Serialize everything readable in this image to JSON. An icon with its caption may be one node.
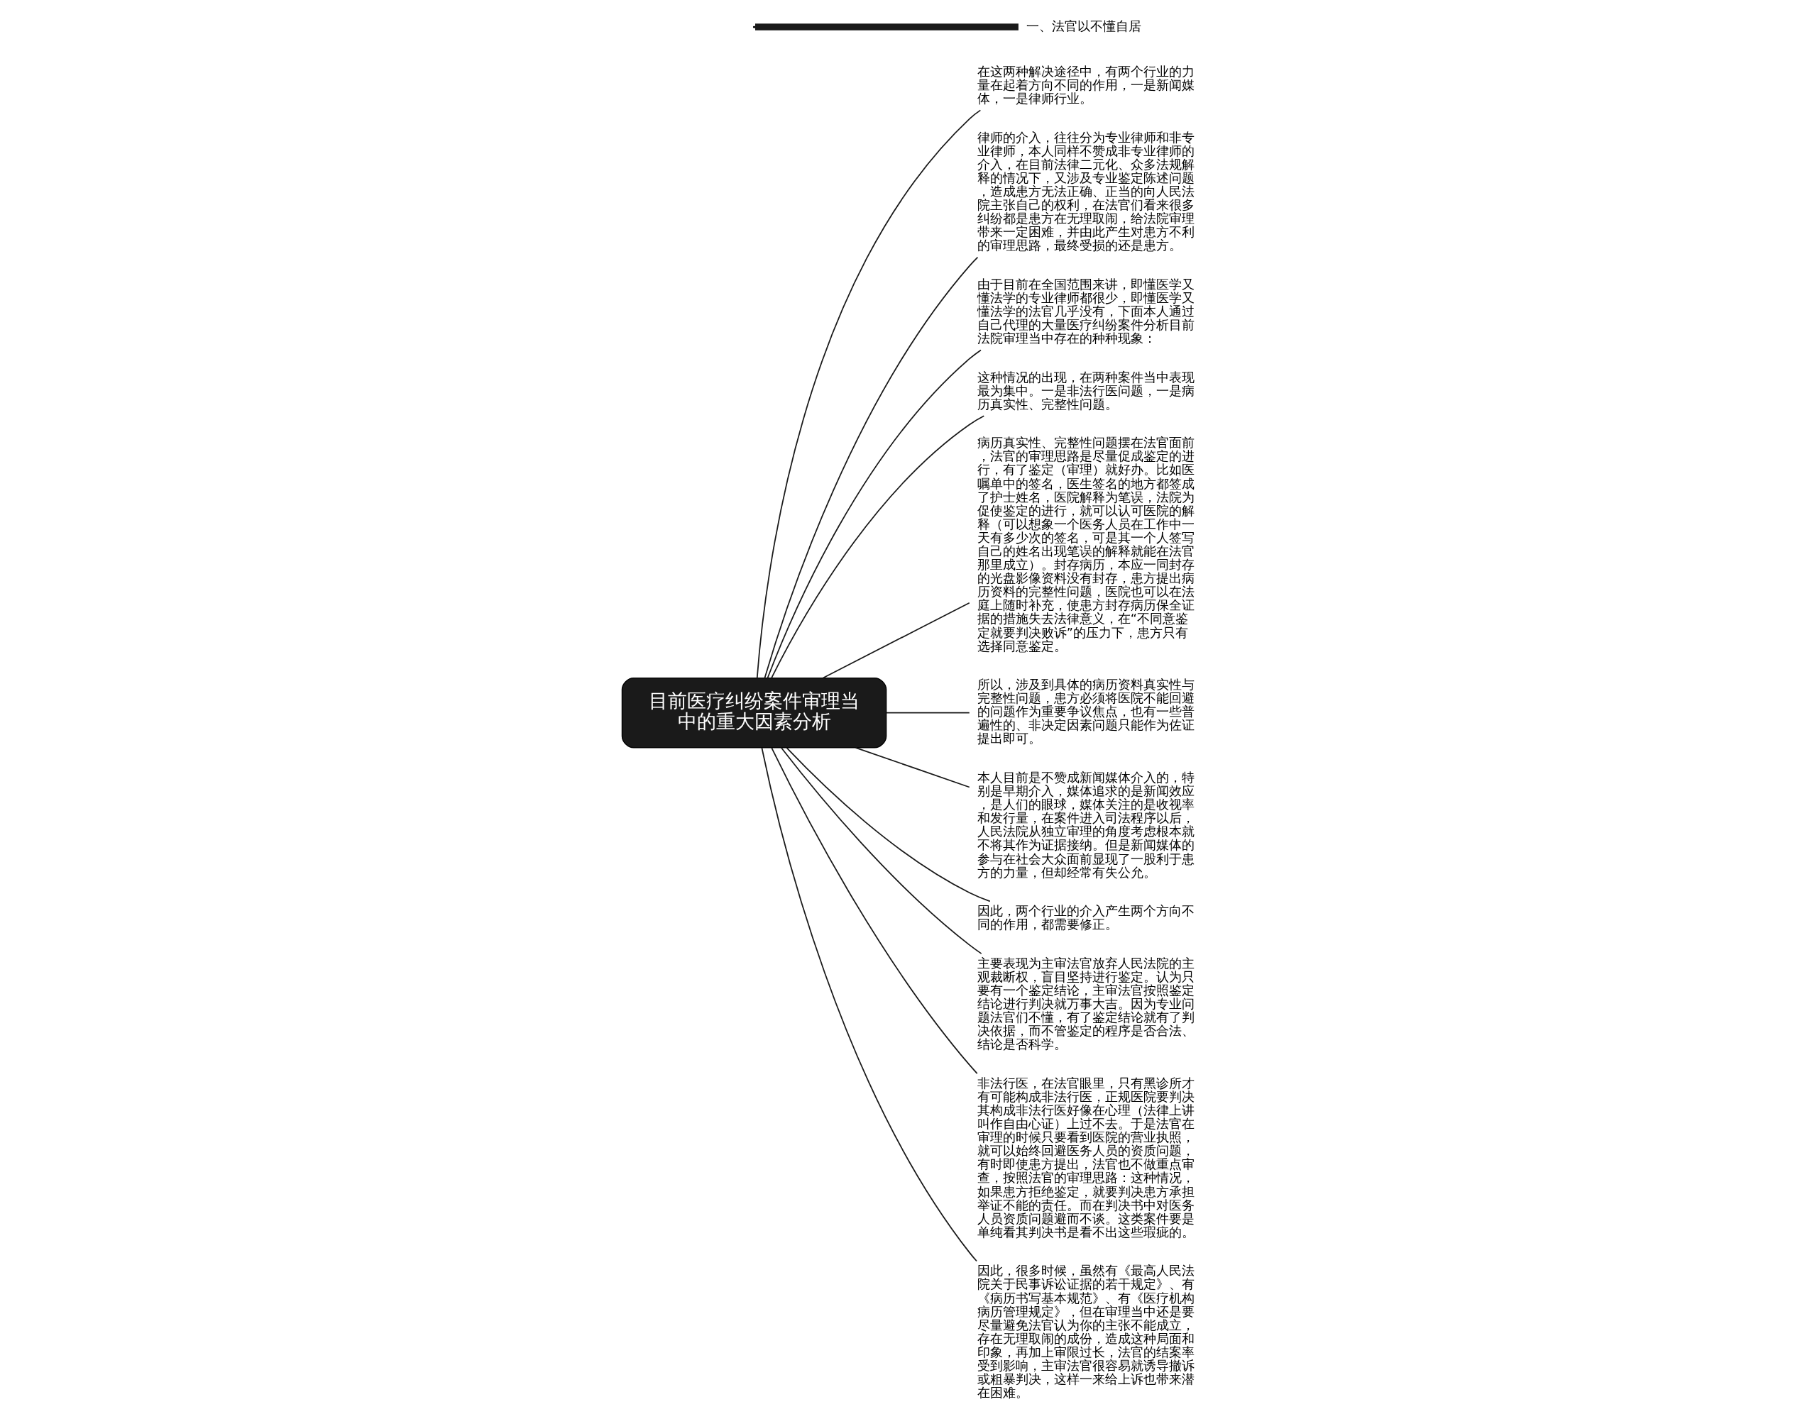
{
  "diagram": {
    "nodes": [
      {
        "text": [
          "目前医疗纠纷案件审理当中的重大因素分析"
        ]
      },
      {
        "text": [
          "在这两种解决途径中，有两个行业的力量在起着方向不同的作用，一是新闻媒体，一是律师行业。"
        ]
      },
      {
        "text": [
          "律师的介入，往往分为专业律师和非专业律师，本人同样不赞成非专业律师的介入，在目前法律二元化、众多法规解释的情况下，又涉及专业鉴定陈述问题，造成患方无法正确、正当的向人民法院主张自己的权利，在法官们看来很多纠纷都是患方在无理取闹，给法院审理带来一定困难，并由此产生对患方不利的审理思路，最终受损的还是患方。"
        ]
      },
      {
        "text": [
          "由于目前在全国范围来讲，即懂医学又懂法学的专业律师都很少，即懂医学又懂法学的法官几乎没有，下面本人通过自己代理的大量医疗纠纷案件分析目前法院审理当中存在的种种现象："
        ]
      },
      {
        "text": [
          "这种情况的出现，在两种案件当中表现最为集中。一是非法行医问题，一是病历真实性、完整性问题。"
        ]
      },
      {
        "text": [
          "病历真实性、完整性问题摆在法官面前，法官的审理思路是尽量促成鉴定的进行，有了鉴定（审理）就好办。比如医嘱单中的签名，医生签名的地方都签成了护士姓名，医院解释为笔误，法院为促使鉴定的进行，就可以认可医院的解释（可以想象一个医务人员在工作中一天有多少次的签名，可是其一个人签写自己的姓名出现笔误的解释就能在法官那里成立）。封存病历，本应一同封存的光盘影像资料没有封存，患方提出病历资料的完整性问题，医院也可以在法庭上随时补充，使患方封存病历保全证据的措施失去法律意义，在“不同意鉴定就要判决败诉”的压力下，患方只有选择同意鉴定。"
        ]
      },
      {
        "text": [
          "所以，涉及到具体的病历资料真实性与完整性问题，患方必须将医院不能回避的问题作为重要争议焦点，也有一些普遍性的、非决定因素问题只能作为佐证提出即可。"
        ]
      },
      {
        "text": [
          "本人目前是不赞成新闻媒体介入的，特别是早期介入，媒体追求的是新闻效应，是人们的眼球，媒体关注的是收视率和发行量，在案件进入司法程序以后，人民法院从独立审理的角度考虑根本就不将其作为证据接纳。但是新闻媒体的参与在社会大众面前显现了一股利于患方的力量，但却经常有失公允。"
        ]
      },
      {
        "text": [
          "因此，两个行业的介入产生两个方向不同的作用，都需要修正。"
        ]
      },
      {
        "text": [
          "主要表现为主审法官放弃人民法院的主观裁断权，盲目坚持进行鉴定。认为只要有一个鉴定结论，主审法官按照鉴定结论进行判决就万事大吉。因为专业问题法官们不懂，有了鉴定结论就有了判决依据，而不管鉴定的程序是否合法、结论是否科学。"
        ]
      },
      {
        "text": [
          "非法行医，在法官眼里，只有黑诊所才有可能构成非法行医，正规医院要判决其构成非法行医好像在心理（法律上讲叫作自由心证）上过不去。于是法官在审理的时候只要看到医院的营业执照，就可以始终回避医务人员的资质问题，有时即使患方提出，法官也不做重点审查，按照法官的审理思路：这种情况，如果患方拒绝鉴定，就要判决患方承担举证不能的责任。而在判决书中对医务人员资质问题避而不谈。这类案件要是单纯看其判决书是看不出这些瑕疵的。"
        ]
      },
      {
        "text": [
          "因此，很多时候，虽然有《最高人民法院关于民事诉讼证据的若干规定》、有《病历书写基本规范》、有《医疗机构病历管理规定》，但在审理当中还是要尽量避免法官认为你的主张不能成立，存在无理取闹的成份，造成这种局面和印象，再加上审限过长，法官的结案率受到影响，主审法官很容易就诱导撤诉或粗暴判决，这样一来给上诉也带来潜在困难。"
        ]
      },
      {
        "text": [
          "一、法官以不懂自居"
        ]
      }
    ],
    "edges": [
      {
        "from": 0,
        "to": 1,
        "arrow": "none"
      },
      {
        "from": 0,
        "to": 2,
        "arrow": "none"
      },
      {
        "from": 0,
        "to": 3,
        "arrow": "none"
      },
      {
        "from": 0,
        "to": 4,
        "arrow": "none"
      },
      {
        "from": 0,
        "to": 5,
        "arrow": "none"
      },
      {
        "from": 0,
        "to": 6,
        "arrow": "none"
      },
      {
        "from": 0,
        "to": 7,
        "arrow": "none"
      },
      {
        "from": 0,
        "to": 8,
        "arrow": "none"
      },
      {
        "from": 0,
        "to": 9,
        "arrow": "none"
      },
      {
        "from": 0,
        "to": 10,
        "arrow": "none"
      },
      {
        "from": 0,
        "to": 11,
        "arrow": "none"
      },
      {
        "from": null,
        "to": 12,
        "arrow": "none",
        "style": "thick"
      }
    ]
  }
}
